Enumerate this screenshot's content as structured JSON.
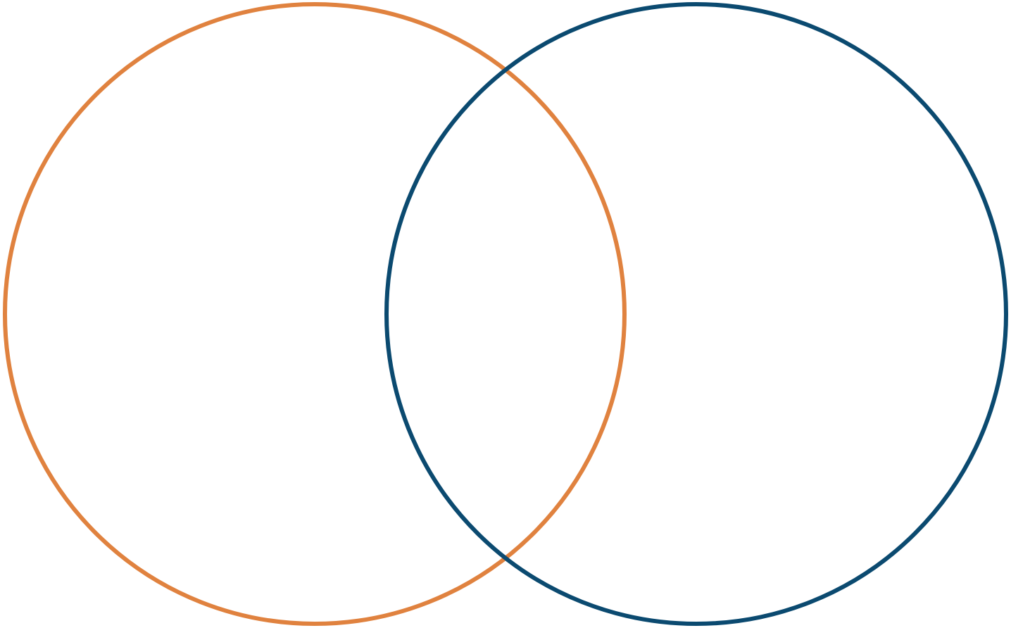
{
  "diagram": {
    "type": "venn",
    "sets": [
      {
        "id": "left",
        "label": "",
        "color": "#E0823F"
      },
      {
        "id": "right",
        "label": "",
        "color": "#0B4A70"
      }
    ],
    "intersection_label": "",
    "background": "#FFFFFF"
  }
}
